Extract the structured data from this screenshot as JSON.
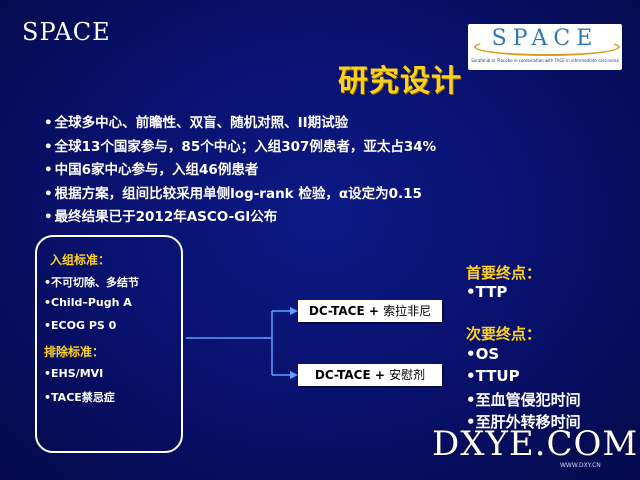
{
  "header": {
    "left_title": "SPACE",
    "main_title": "研究设计"
  },
  "logo": {
    "word": "SPACE",
    "subtitle": "Sorafenib or Placebo in combination with TACE in intermediate carcinoma"
  },
  "bullets": [
    "全球多中心、前瞻性、双盲、随机对照、II期试验",
    "全球13个国家参与，85个中心；入组307例患者，亚太占34%",
    "中国6家中心参与，入组46例患者",
    "根据方案，组间比较采用单侧log-rank 检验，α设定为0.15",
    "最终结果已于2012年ASCO-GI公布"
  ],
  "criteria": {
    "inclusion_title": "入组标准：",
    "inclusion": [
      "•不可切除、多结节",
      "•Child–Pugh A",
      "•ECOG PS 0"
    ],
    "exclusion_title": "排除标准：",
    "exclusion": [
      "•EHS/MVI",
      "•TACE禁忌症"
    ]
  },
  "arms": [
    {
      "bold": "DC-TACE + ",
      "drug": "索拉非尼"
    },
    {
      "bold": "DC-TACE + ",
      "drug": "安慰剂"
    }
  ],
  "endpoints": {
    "primary_title": "首要终点：",
    "primary": [
      "TTP"
    ],
    "secondary_title": "次要终点：",
    "secondary": [
      "OS",
      "TTUP",
      "至血管侵犯时间",
      "至肝外转移时间"
    ]
  },
  "watermark": {
    "text": "DXYE.COM",
    "url": "WWW.DXY.CN"
  },
  "colors": {
    "background": "#08106a",
    "accent_yellow": "#ffd21a",
    "text": "#ffffff"
  }
}
